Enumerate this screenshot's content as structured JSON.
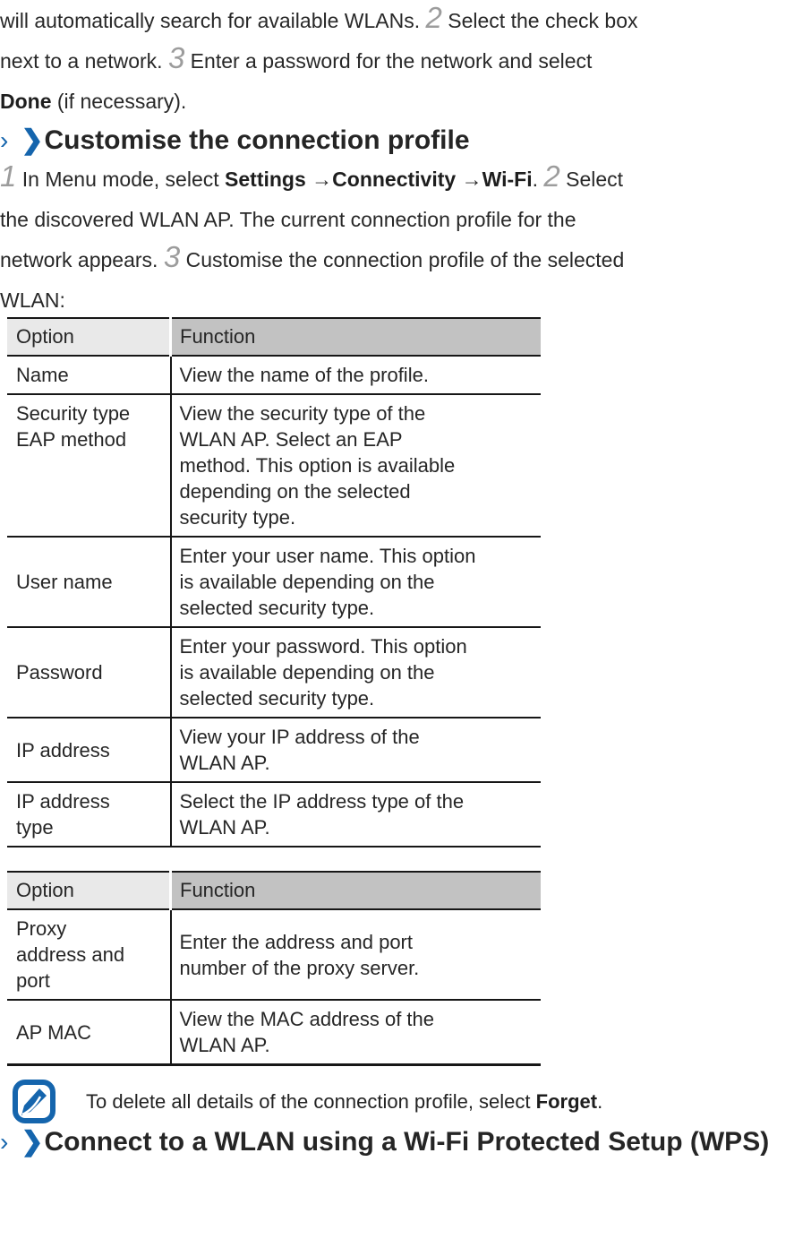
{
  "icons": {
    "section_chevron": "›",
    "section_arrow": "❯",
    "note_icon": "note-pencil"
  },
  "colors": {
    "accent_blue": "#1565ad",
    "table_header_light": "#e9e9e9",
    "table_header_dark": "#c2c2c2",
    "step_number_gray": "#9c9c9c"
  },
  "paragraphs": {
    "intro": [
      {
        "t": "text",
        "v": "will automatically search for available WLANs. "
      },
      {
        "t": "num",
        "v": "2"
      },
      {
        "t": "text",
        "v": " Select the check box"
      },
      {
        "t": "br"
      },
      {
        "t": "text",
        "v": "next to a network. "
      },
      {
        "t": "num",
        "v": "3"
      },
      {
        "t": "text",
        "v": " Enter a password for the network and select"
      },
      {
        "t": "br"
      },
      {
        "t": "b",
        "v": "Done"
      },
      {
        "t": "text",
        "v": " (if necessary)."
      }
    ],
    "steps": [
      {
        "t": "num",
        "v": "1"
      },
      {
        "t": "text",
        "v": " In Menu mode, select "
      },
      {
        "t": "b",
        "v": "Settings"
      },
      {
        "t": "text",
        "v": " →"
      },
      {
        "t": "b",
        "v": "Connectivity"
      },
      {
        "t": "text",
        "v": " →"
      },
      {
        "t": "b",
        "v": "Wi-Fi"
      },
      {
        "t": "text",
        "v": ". "
      },
      {
        "t": "num",
        "v": "2"
      },
      {
        "t": "text",
        "v": " Select"
      },
      {
        "t": "br"
      },
      {
        "t": "text",
        "v": "the discovered WLAN AP. The current connection profile for the"
      },
      {
        "t": "br"
      },
      {
        "t": "text",
        "v": "network appears. "
      },
      {
        "t": "num",
        "v": "3"
      },
      {
        "t": "text",
        "v": " Customise the connection profile of the selected"
      },
      {
        "t": "br"
      },
      {
        "t": "text",
        "v": "WLAN:"
      }
    ],
    "note": [
      {
        "t": "text",
        "v": "To delete all details of the connection profile, select "
      },
      {
        "t": "b",
        "v": "Forget"
      },
      {
        "t": "text",
        "v": "."
      }
    ]
  },
  "sections": {
    "customise": {
      "title": "Customise the connection profile"
    },
    "wps": {
      "title": "Connect to a WLAN using a Wi-Fi Protected Setup (WPS)"
    }
  },
  "tables": [
    {
      "name": "connection-profile-options-table-1",
      "headers": [
        "Option",
        "Function"
      ],
      "rows": [
        {
          "option": "Name",
          "function": "View the name of the profile."
        },
        {
          "option": "Security type EAP method",
          "function": "View the security type of the WLAN AP. Select an EAP method. This option is available depending on the selected security type.",
          "option_valign": "top"
        },
        {
          "option": "User name",
          "function": "Enter your user name. This option is available depending on the selected security type."
        },
        {
          "option": "Password",
          "function": "Enter your password. This option is available depending on the selected security type."
        },
        {
          "option": "IP address",
          "function": "View your IP address of the WLAN AP."
        },
        {
          "option": "IP address type",
          "function": "Select the IP address type of the WLAN AP."
        }
      ]
    },
    {
      "name": "connection-profile-options-table-2",
      "headers": [
        "Option",
        "Function"
      ],
      "rows": [
        {
          "option": "Proxy address and port",
          "function": "Enter the address and port number of the proxy server."
        },
        {
          "option": "AP MAC",
          "function": "View the MAC address of the WLAN AP."
        }
      ]
    }
  ]
}
